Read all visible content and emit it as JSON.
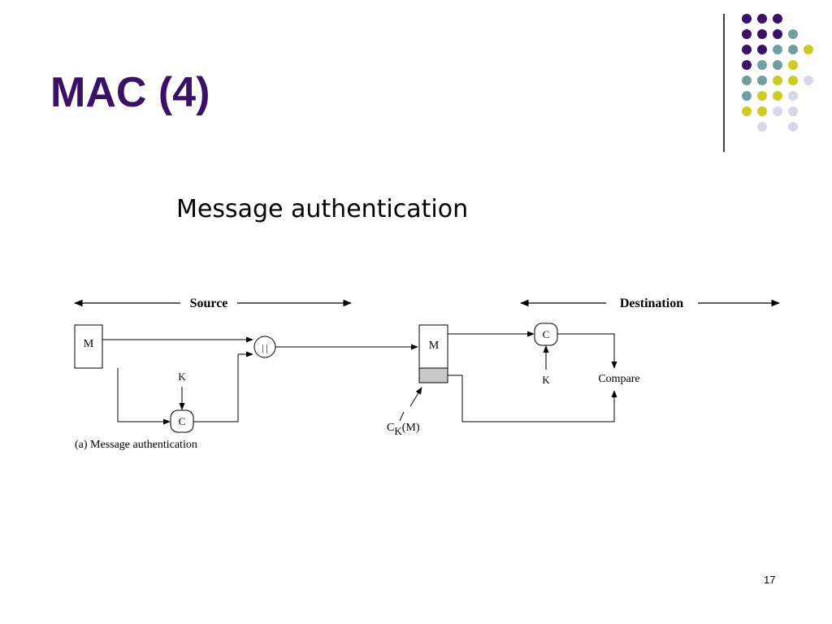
{
  "slide": {
    "title": "MAC (4)",
    "subtitle": "Message authentication",
    "page_number": "17"
  },
  "decor": {
    "dot_colors": {
      "purple": "#3b1166",
      "teal": "#6fa0a0",
      "yellow": "#cccc22",
      "lavender": "#d8d8ea"
    },
    "divider_color": "#3f3f3f"
  },
  "diagram": {
    "source_label": "Source",
    "destination_label": "Destination",
    "source_message": "M",
    "key_source": "K",
    "mac_function_source": "C",
    "concat_symbol": "| |",
    "received_message": "M",
    "mac_function_dest": "C",
    "key_dest": "K",
    "compare_label": "Compare",
    "mac_value_c": "C",
    "mac_value_k": "K",
    "mac_value_m": "(M)",
    "caption": "(a) Message authentication"
  }
}
